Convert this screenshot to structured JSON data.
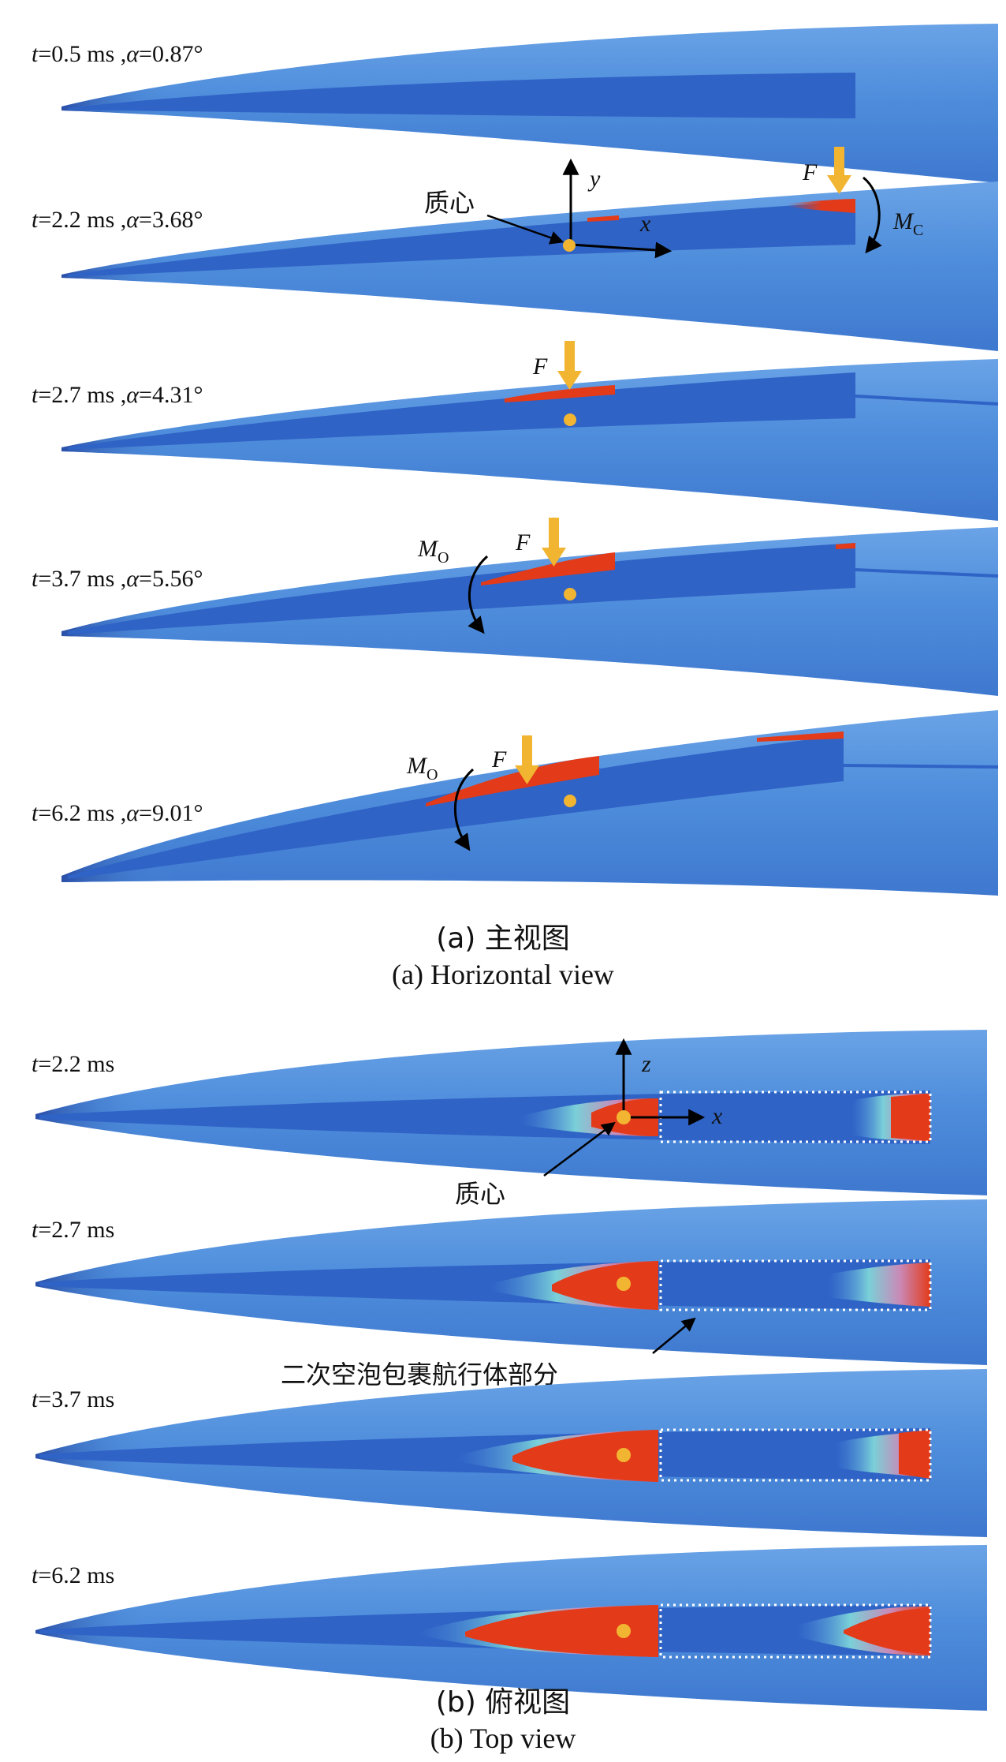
{
  "figure": {
    "part_a": {
      "caption_zh": "(a) 主视图",
      "caption_en": "(a) Horizontal view",
      "frames": [
        {
          "t": "0.5",
          "alpha": "0.87"
        },
        {
          "t": "2.2",
          "alpha": "3.68"
        },
        {
          "t": "2.7",
          "alpha": "4.31"
        },
        {
          "t": "3.7",
          "alpha": "5.56"
        },
        {
          "t": "6.2",
          "alpha": "9.01"
        }
      ],
      "annotations": {
        "centroid": "质心",
        "axis_x": "x",
        "axis_y": "y",
        "force": "F",
        "moment_c": "M",
        "moment_c_sub": "C",
        "moment_o": "M",
        "moment_o_sub": "O"
      }
    },
    "part_b": {
      "caption_zh": "(b) 俯视图",
      "caption_en": "(b) Top view",
      "frames": [
        {
          "t": "2.2"
        },
        {
          "t": "2.7"
        },
        {
          "t": "3.7"
        },
        {
          "t": "6.2"
        }
      ],
      "annotations": {
        "centroid": "质心",
        "axis_x": "x",
        "axis_z": "z",
        "secondary_cavity": "二次空泡包裹航行体部分"
      }
    },
    "units": {
      "time": "ms",
      "angle": "°",
      "time_symbol": "t",
      "angle_symbol": "α"
    },
    "colors": {
      "hull": "#4f8edc",
      "hull_dark": "#2f63c6",
      "cavity_red": "#e33a1a",
      "arrow_yellow": "#f2b531",
      "centroid": "#f2b531",
      "dotted_outline": "#ffffff"
    }
  }
}
